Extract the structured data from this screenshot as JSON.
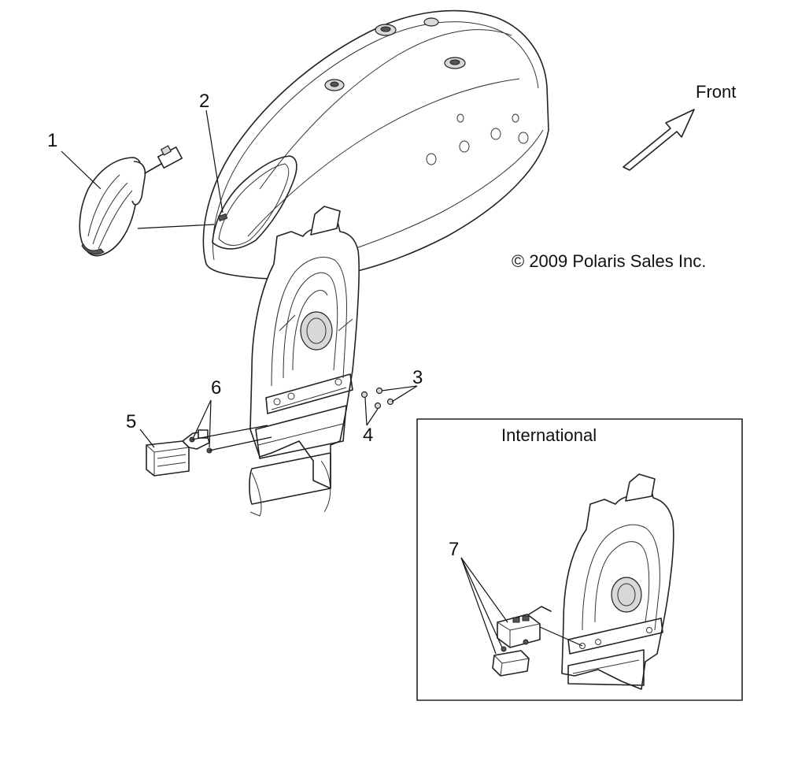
{
  "callouts": {
    "c1": "1",
    "c2": "2",
    "c3": "3",
    "c4": "4",
    "c5": "5",
    "c6": "6",
    "c7": "7"
  },
  "front_label": "Front",
  "copyright": "© 2009 Polaris Sales Inc.",
  "inset_title": "International"
}
